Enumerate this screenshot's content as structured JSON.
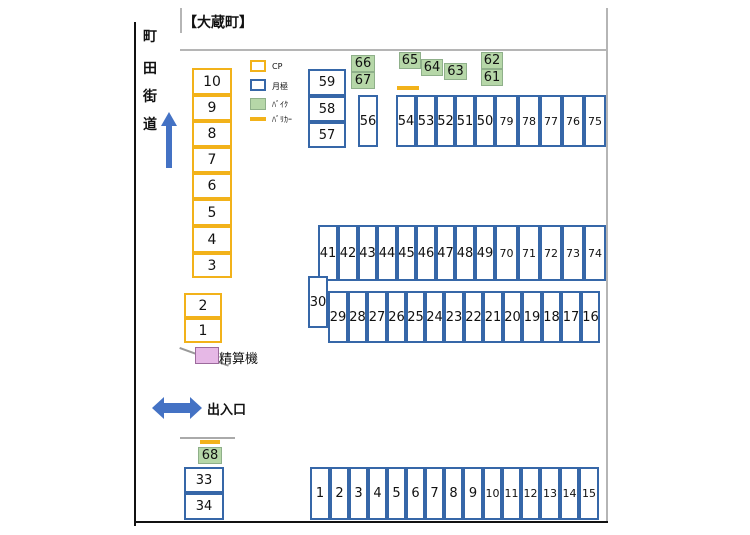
{
  "title": "【大蔵町】",
  "road": {
    "chars": [
      "町",
      "田",
      "街",
      "道"
    ]
  },
  "legend": {
    "cp": "CP",
    "monthly": "月極",
    "bike": "ﾊﾞｲｸ",
    "barricade": "ﾊﾞﾘｶｰ"
  },
  "pay_machine": "精算機",
  "entrance": "出入口",
  "colors": {
    "cp": "#f2b21a",
    "monthly": "#3667a8",
    "bike": "#b6d7a8",
    "arrow": "#4472c4",
    "pay_machine": "#e6b8e6"
  },
  "cp_spaces": [
    "10",
    "9",
    "8",
    "7",
    "6",
    "5",
    "4",
    "3",
    "2",
    "1"
  ],
  "monthly_spaces": {
    "left_top": [
      "59",
      "58",
      "57"
    ],
    "s56": "56",
    "top_row": [
      "54",
      "53",
      "52",
      "51",
      "50",
      "79",
      "78",
      "77",
      "76",
      "75"
    ],
    "mid_row": [
      "41",
      "42",
      "43",
      "44",
      "45",
      "46",
      "47",
      "48",
      "49",
      "70",
      "71",
      "72",
      "73",
      "74"
    ],
    "s30": "30",
    "lower_row": [
      "29",
      "28",
      "27",
      "26",
      "25",
      "24",
      "23",
      "22",
      "21",
      "20",
      "19",
      "18",
      "17",
      "16"
    ],
    "bottom_left": [
      "33",
      "34"
    ],
    "bottom_row": [
      "1",
      "2",
      "3",
      "4",
      "5",
      "6",
      "7",
      "8",
      "9",
      "10",
      "11",
      "12",
      "13",
      "14",
      "15"
    ]
  },
  "bike_spaces": [
    "66",
    "67",
    "65",
    "64",
    "63",
    "62",
    "61",
    "68"
  ]
}
